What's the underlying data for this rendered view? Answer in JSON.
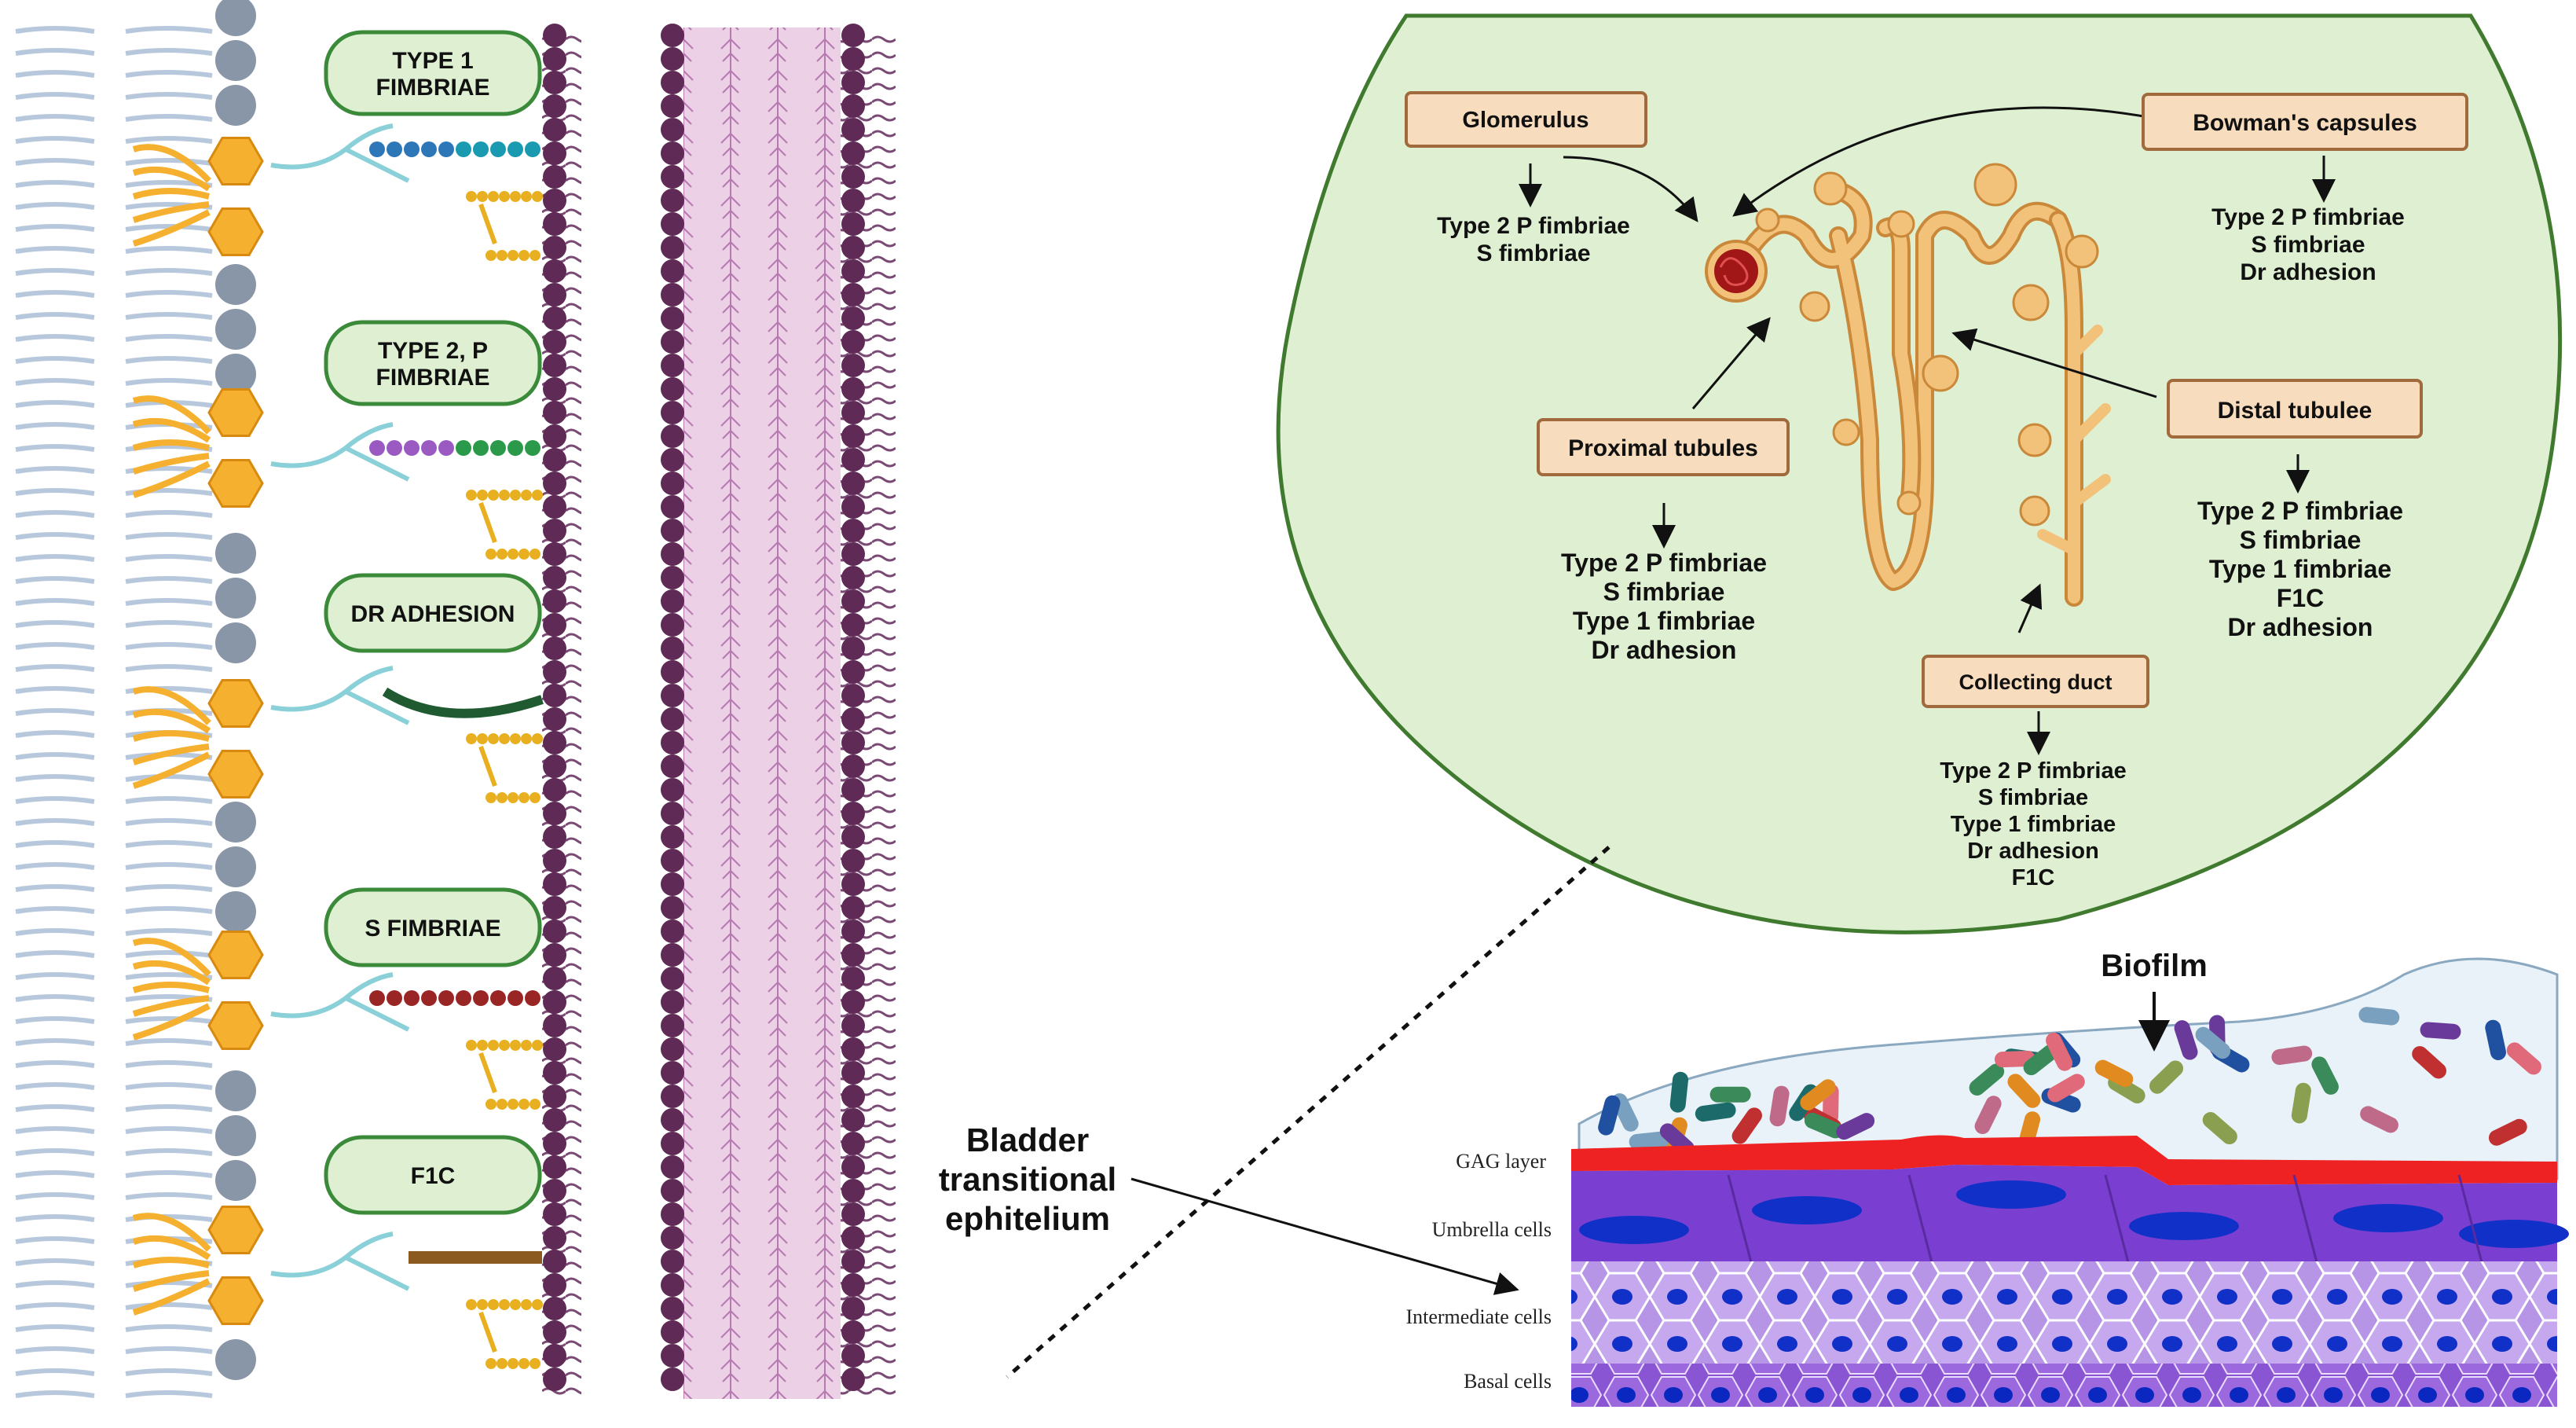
{
  "fimbriae_panel": {
    "labels": [
      "TYPE 1|FIMBRIAE",
      "TYPE 2, P|FIMBRIAE",
      "DR ADHESION",
      "S FIMBRIAE",
      "F1C"
    ]
  },
  "kidney_panel": {
    "glomerulus": {
      "label": "Glomerulus",
      "items": [
        "Type 2 P fimbriae",
        "S fimbriae"
      ]
    },
    "bowmans": {
      "label": "Bowman's capsules",
      "items": [
        "Type 2 P fimbriae",
        "S fimbriae",
        "Dr adhesion"
      ]
    },
    "proximal": {
      "label": "Proximal tubules",
      "items": [
        "Type 2 P fimbriae",
        "S fimbriae",
        "Type 1 fimbriae",
        "Dr adhesion"
      ]
    },
    "distal": {
      "label": "Distal tubulee",
      "items": [
        "Type 2 P fimbriae",
        "S fimbriae",
        "Type 1 fimbriae",
        "F1C",
        "Dr adhesion"
      ]
    },
    "collecting": {
      "label": "Collecting duct",
      "items": [
        "Type 2 P fimbriae",
        "S fimbriae",
        "Type 1 fimbriae",
        "Dr adhesion",
        "F1C"
      ]
    }
  },
  "bladder_panel": {
    "title": "Bladder|transitional|ephitelium",
    "biofilm_label": "Biofilm",
    "layers": [
      "GAG layer",
      "Umbrella cells",
      "Intermediate cells",
      "Basal cells"
    ]
  },
  "colors": {
    "kidney_fill": "#dff0d2",
    "kidney_stroke": "#3f7a2e",
    "box_fill": "#f7dcbd",
    "box_stroke": "#a06a3c",
    "membrane": "#5f2a55",
    "gag": "#ee2222",
    "cells": "#9a6ad8",
    "nucleus": "#1030c8"
  }
}
